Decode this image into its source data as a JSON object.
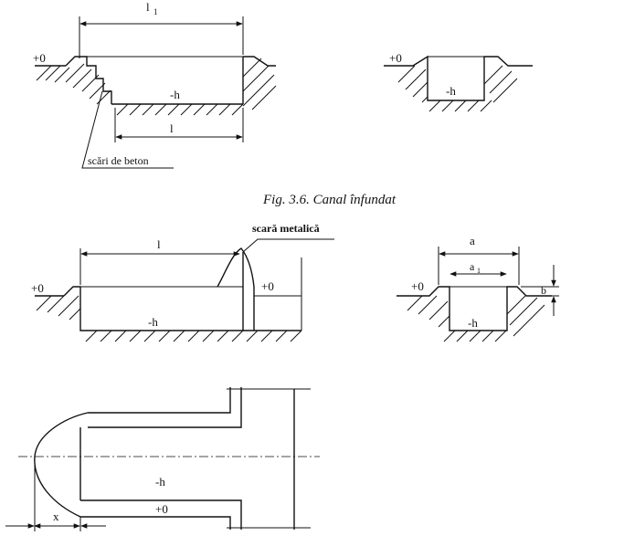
{
  "caption": "Fig. 3.6. Canal înfundat",
  "fig1_long": {
    "dim_top": "l",
    "dim_top_sub": "1",
    "dim_bottom": "l",
    "level_ground": "+0",
    "level_pit": "-h",
    "stairs_label": "scări de beton"
  },
  "fig1_section": {
    "level_ground": "+0",
    "level_pit": "-h"
  },
  "fig2_long": {
    "dim_top": "l",
    "ladder_label": "scară metalică",
    "level_left": "+0",
    "level_right": "+0",
    "level_pit": "-h"
  },
  "fig2_section": {
    "dim_outer": "a",
    "dim_inner": "a",
    "dim_inner_sub": "1",
    "dim_side": "b",
    "level_ground": "+0",
    "level_pit": "-h"
  },
  "fig3_plan": {
    "level_pit": "-h",
    "level_ground": "+0",
    "dim_x": "x"
  }
}
